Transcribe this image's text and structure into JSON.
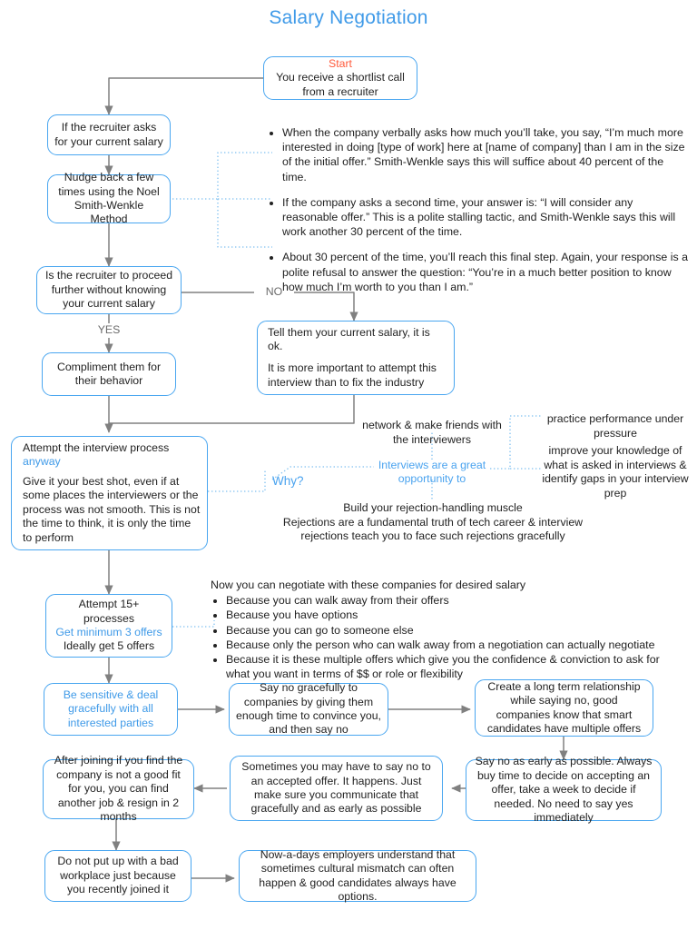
{
  "page": {
    "title": "Salary Negotiation",
    "accent_color": "#ff5a3c",
    "brand_color": "#3f9ae8",
    "node_border_color": "#49a6f0",
    "connector_color": "#808080",
    "dotted_connector_color": "#7fc0f0"
  },
  "nodes": {
    "start": {
      "heading": "Start",
      "body": "You receive a shortlist call from a recruiter"
    },
    "recruiter_asks": {
      "body": "If the recruiter asks for your current salary"
    },
    "nudge_back": {
      "body": "Nudge back a few times using the Noel Smith-Wenkle Method"
    },
    "proceed_decision": {
      "body": "Is the recruiter to proceed further without knowing your current salary"
    },
    "compliment": {
      "body": "Compliment them for their behavior"
    },
    "tell_salary": {
      "line1": "Tell them your current salary, it is ok.",
      "line2": "It is more important to attempt this interview than to fix the industry"
    },
    "attempt_interview": {
      "line1_prefix": "Attempt the interview process ",
      "line1_accent": "anyway",
      "line2": "Give it your best shot, even if at some places the interviewers or the process was not smooth. This is not the time to think, it is only the time to perform"
    },
    "attempt_processes": {
      "line1": "Attempt 15+ processes",
      "line2": "Get minimum 3 offers",
      "line3": "Ideally get 5 offers"
    },
    "be_sensitive": {
      "body": "Be sensitive & deal gracefully with all interested parties"
    },
    "say_no_gracefully": {
      "body": "Say no gracefully to companies by giving them enough time to convince you, and then say no"
    },
    "long_term_relationship": {
      "body": "Create a long term relationship while saying no, good companies know that smart candidates have multiple offers"
    },
    "say_no_early": {
      "body": "Say no as early as possible. Always buy time to decide on accepting an offer, take a week to decide if needed. No need to say yes immediately"
    },
    "sometimes_say_no": {
      "body": "Sometimes you may have to say no to an accepted offer. It happens. Just make sure you communicate that gracefully and as early as possible"
    },
    "after_joining": {
      "body": "After joining if you find the company is not a good fit for you, you can find another job & resign in 2 months"
    },
    "do_not_put_up": {
      "body": "Do not put up with a bad workplace just because you recently joined it"
    },
    "employers_understand": {
      "body": "Now-a-days employers understand that sometimes cultural mismatch can often happen & good candidates always have options."
    }
  },
  "edge_labels": {
    "no": "NO",
    "yes": "YES"
  },
  "smith_wenkle_bullets": [
    "When the company verbally asks how much you’ll take, you say, “I’m much more interested in doing [type of work] here at [name of company] than I am in the size of the initial offer.” Smith-Wenkle says this will suffice about 40 percent of the time.",
    "If the company asks a second time, your answer is: “I will consider any reasonable offer.” This is a polite stalling tactic, and Smith-Wenkle says this will work another 30 percent of the time.",
    "About 30 percent of the time, you’ll reach this final step. Again, your response is a polite refusal to answer the question: “You’re in a much better position to know how much I’m worth to you than I am.”"
  ],
  "interview_mindmap": {
    "why_label": "Why?",
    "center": "Interviews are a great opportunity to",
    "top": "network & make friends with the interviewers",
    "right_top": "practice performance under pressure",
    "right_bottom": "improve your knowledge of what is asked in interviews & identify gaps in your interview prep",
    "bottom": "Build your rejection-handling muscle\nRejections are a fundamental truth of tech career & interview\nrejections teach you to face such rejections gracefully",
    "bottom_line1": "Build your rejection-handling muscle",
    "bottom_line2": "Rejections are a fundamental truth of tech career & interview",
    "bottom_line3": "rejections teach you to face such rejections gracefully"
  },
  "negotiate_list": {
    "lead": "Now you can negotiate with these companies for desired salary",
    "items": [
      "Because you can walk away from their offers",
      "Because you have options",
      "Because you can go to someone else",
      "Because only the person who can walk away from a negotiation can actually negotiate",
      "Because it is these multiple offers which give you the confidence & conviction to ask for what you want in terms of $$ or role or flexibility"
    ]
  }
}
